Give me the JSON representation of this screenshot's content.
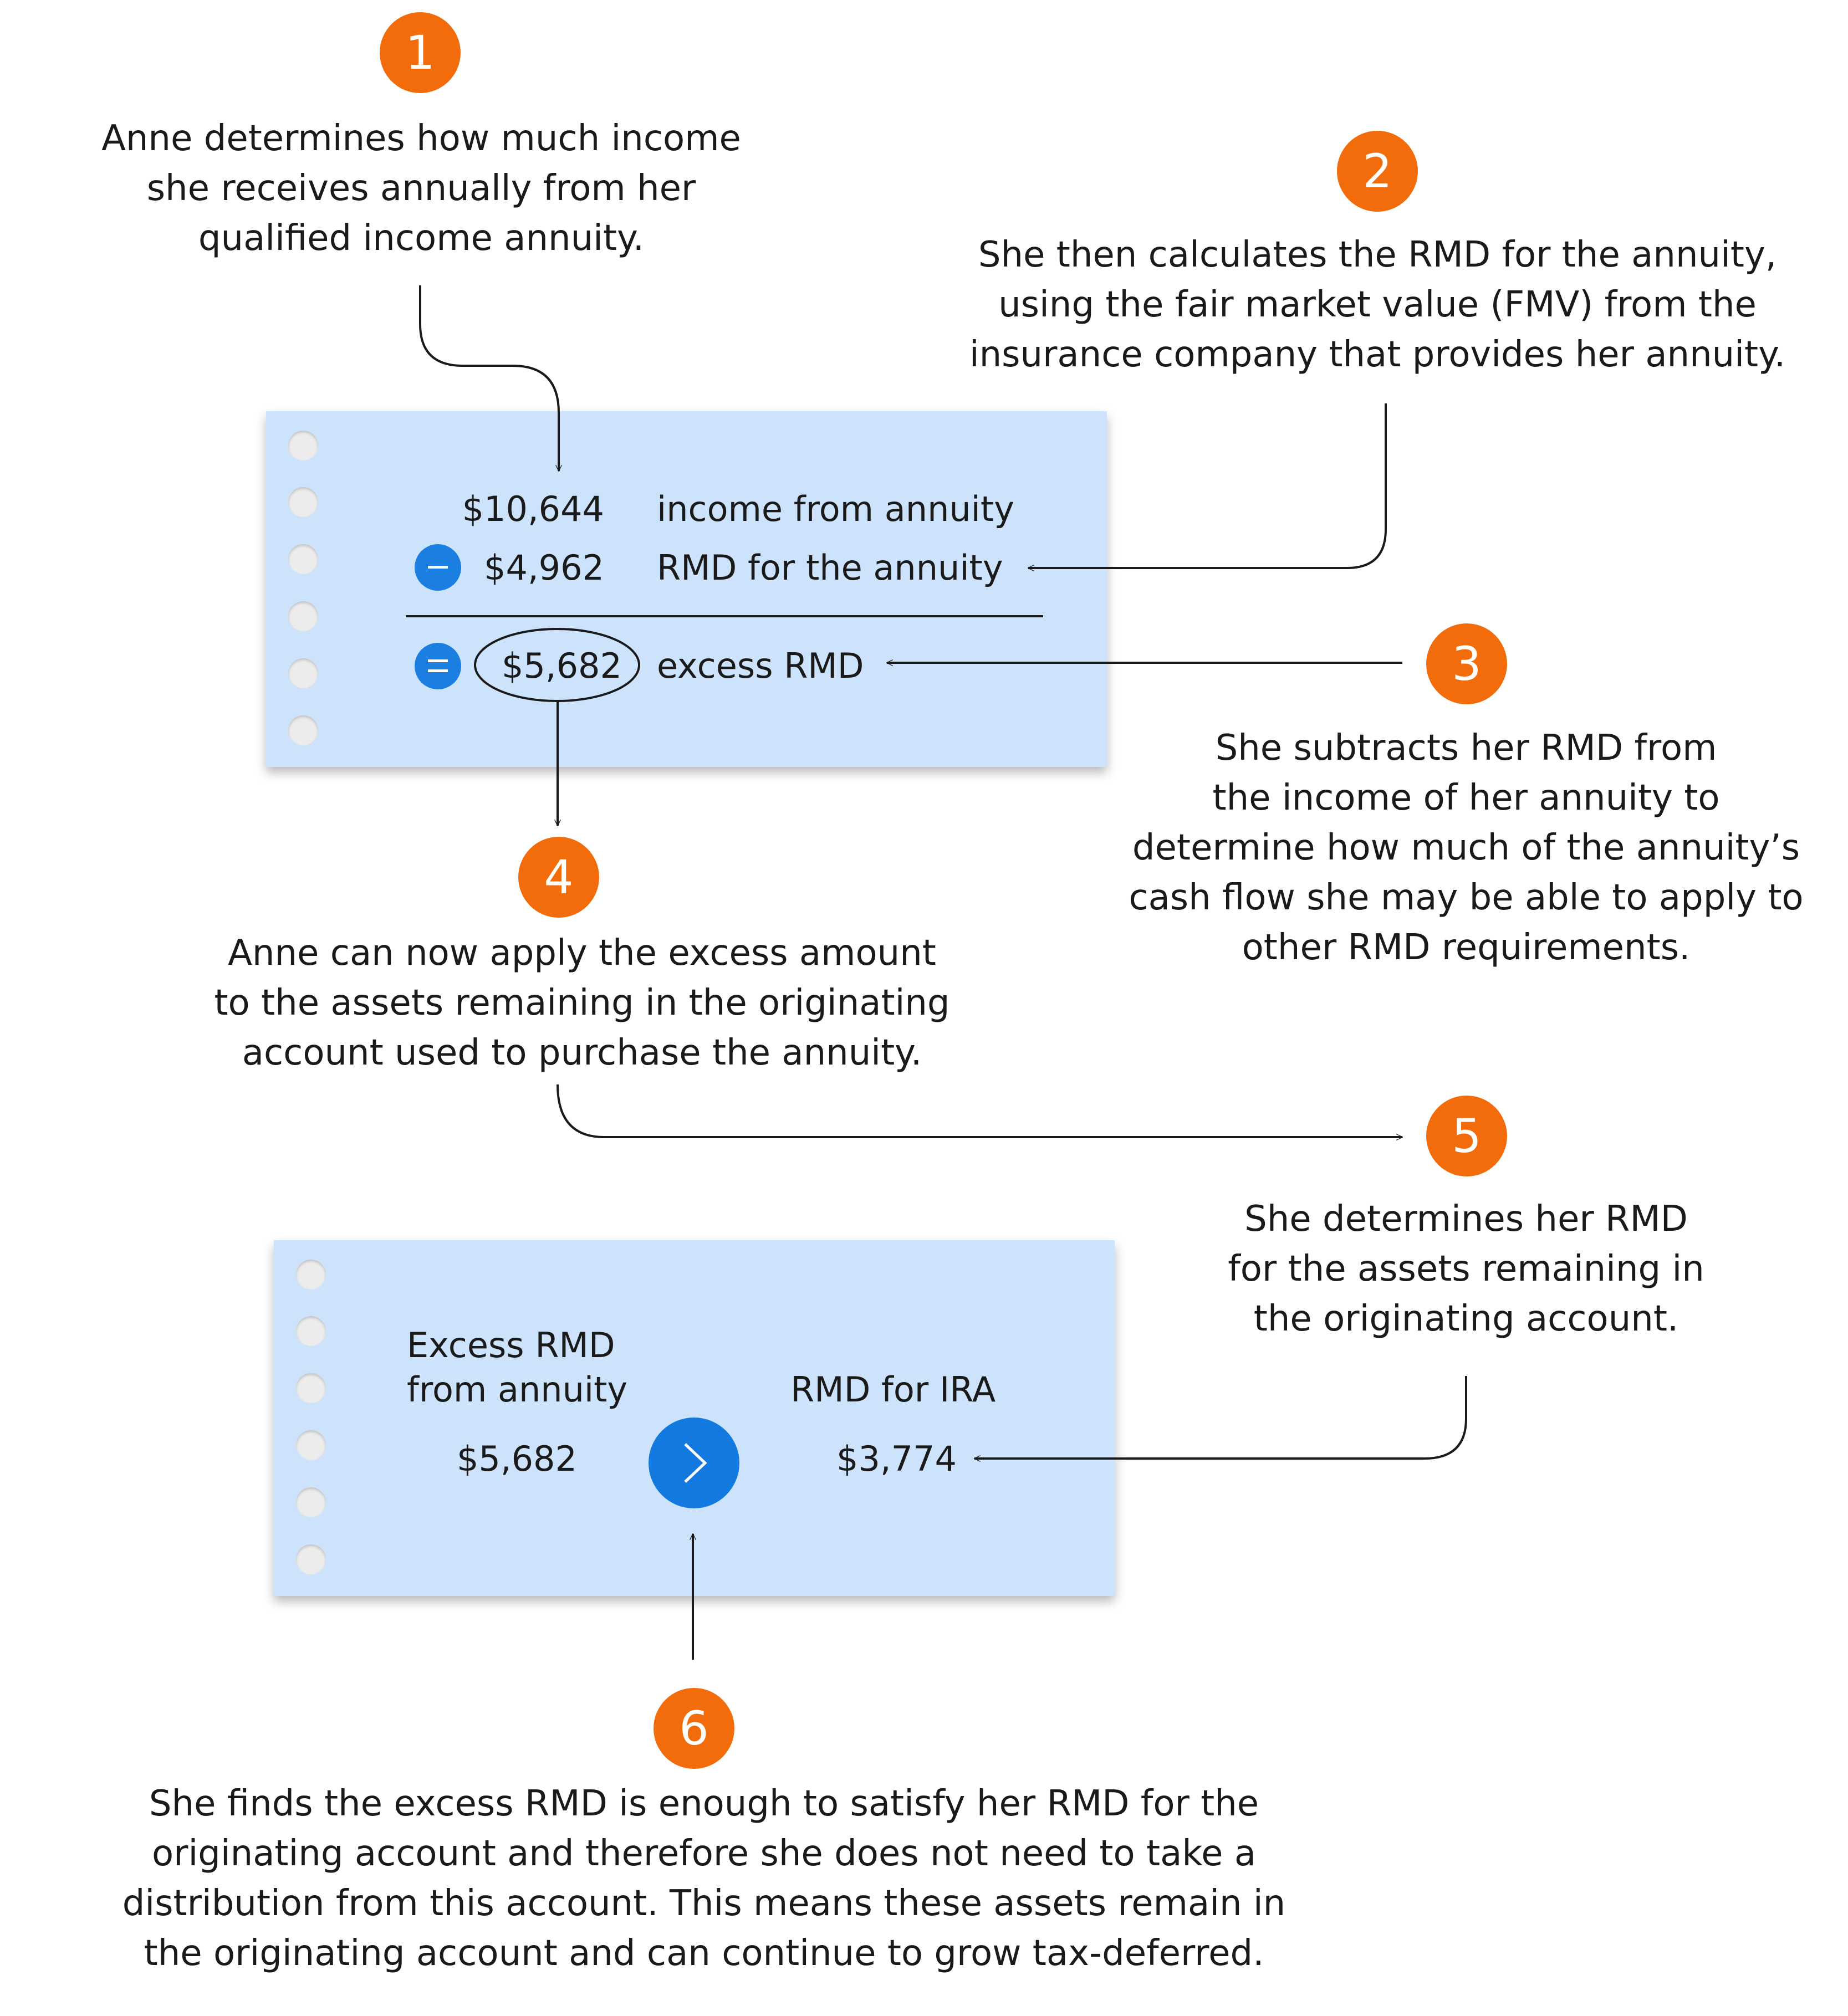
{
  "steps": [
    {
      "number": "1",
      "text": "Anne determines how much income\nshe receives annually from her\nqualified income annuity."
    },
    {
      "number": "2",
      "text": "She then calculates the RMD for the annuity,\nusing the fair market value (FMV) from the\ninsurance company that provides her annuity."
    },
    {
      "number": "3",
      "text": "She subtracts her RMD from\nthe income of her annuity to\ndetermine how much of the annuity’s\ncash flow she may be able to apply to\nother RMD requirements."
    },
    {
      "number": "4",
      "text": "Anne can now apply the excess amount\nto the assets remaining in the originating\naccount used to purchase the annuity."
    },
    {
      "number": "5",
      "text": "She determines her RMD\nfor the assets remaining in\nthe originating account."
    },
    {
      "number": "6",
      "text": "She finds the excess RMD is enough to satisfy her RMD for the\noriginating account and therefore she does not need to take a\ndistribution from this account. This means these assets remain in\nthe originating account and can continue to grow tax-deferred."
    }
  ],
  "calc_card": {
    "income_value": "$10,644",
    "income_label": "income from annuity",
    "rmd_value": "$4,962",
    "rmd_label": "RMD for the annuity",
    "excess_value": "$5,682",
    "excess_label": "excess RMD",
    "minus_icon": "minus-circle-icon",
    "equals_icon": "equals-circle-icon"
  },
  "compare_card": {
    "left_label": "Excess RMD\nfrom annuity",
    "left_value": "$5,682",
    "right_label": "RMD for IRA",
    "right_value": "$3,774",
    "arrow_icon": "chevron-right-icon"
  },
  "colors": {
    "badge": "#f26c0c",
    "card": "#cce3fb",
    "operator": "#1a7fe0"
  }
}
